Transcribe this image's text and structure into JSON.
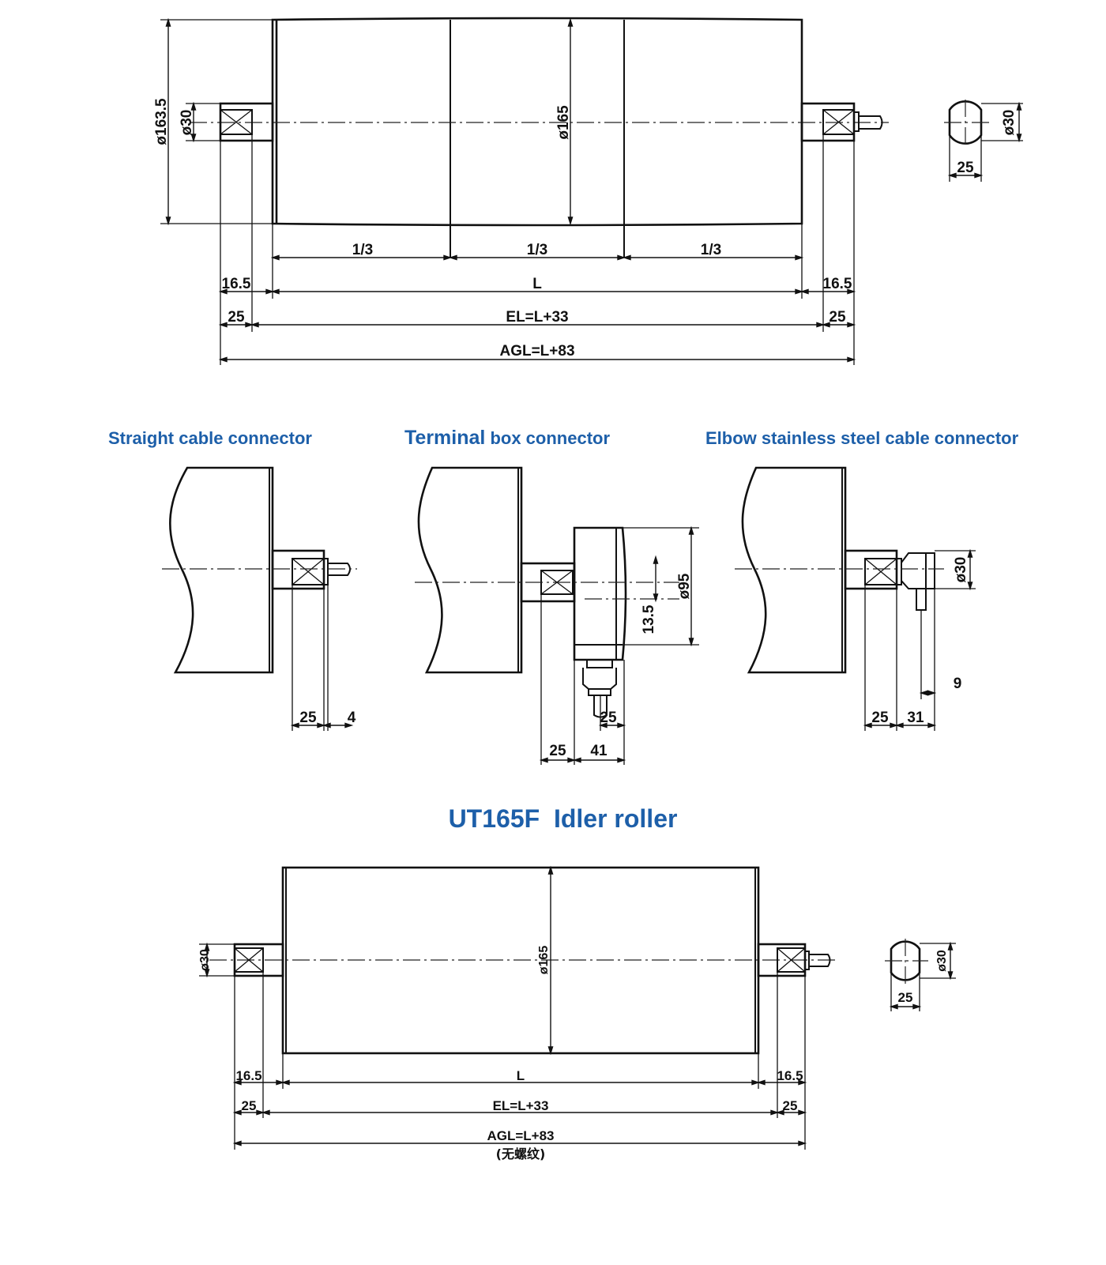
{
  "top_drawing": {
    "dia_outer": "ø163.5",
    "dia_shaft": "ø30",
    "dia_tube": "ø165",
    "third_1": "1/3",
    "third_2": "1/3",
    "third_3": "1/3",
    "length": "L",
    "flange_left": "16.5",
    "flange_right": "16.5",
    "el": "EL=L+33",
    "end_left": "25",
    "end_right": "25",
    "agl": "AGL=L+83",
    "end_view_dia": "ø30",
    "end_view_flat": "25"
  },
  "connectors": {
    "straight": {
      "title": "Straight cable connector",
      "dim_a": "25",
      "dim_b": "4"
    },
    "terminal": {
      "title_bold": "Terminal",
      "title_rest": " box connector",
      "dia": "ø95",
      "offset": "13.5",
      "dim_gland": "25",
      "dim_a": "25",
      "dim_b": "41"
    },
    "elbow": {
      "title": "Elbow stainless steel cable connector",
      "dia": "ø30",
      "dim_c": "9",
      "dim_a": "25",
      "dim_b": "31"
    }
  },
  "section_title": "UT165F  Idler roller",
  "bottom_drawing": {
    "dia_shaft": "ø30",
    "dia_tube": "ø165",
    "length": "L",
    "flange_left": "16.5",
    "flange_right": "16.5",
    "el": "EL=L+33",
    "end_left": "25",
    "end_right": "25",
    "agl": "AGL=L+83",
    "agl_note": "(无螺纹)",
    "end_view_dia": "ø30",
    "end_view_flat": "25"
  }
}
